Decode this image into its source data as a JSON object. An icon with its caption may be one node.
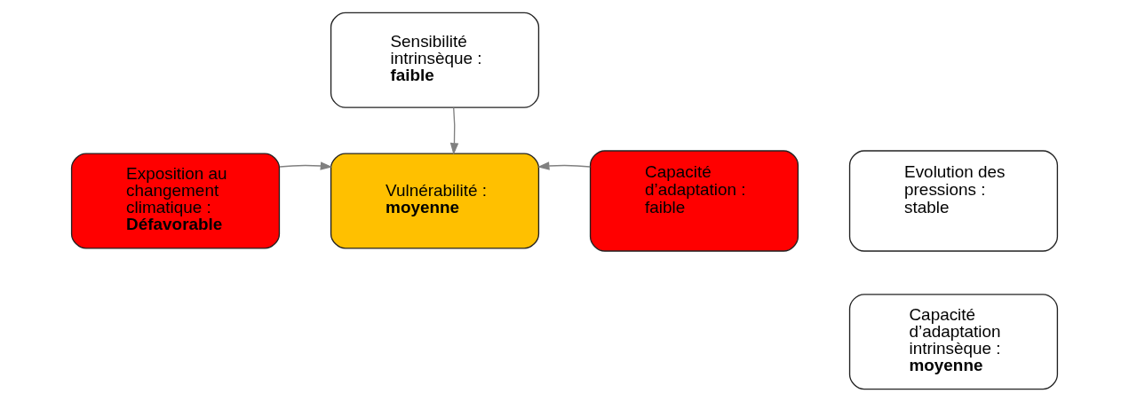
{
  "diagram": {
    "nodes": [
      {
        "text": [
          "Sensibilité intrinsèque : **faible**"
        ]
      },
      {
        "text": [
          "Exposition au changement climatique : **Défavorable**"
        ]
      },
      {
        "text": [
          "Vulnérabilité : **moyenne**"
        ]
      },
      {
        "text": [
          "Capacité d’adaptation : faible"
        ]
      },
      {
        "text": [
          "Evolution des pressions : stable"
        ]
      },
      {
        "text": [
          "Capacité d’adaptation intrinsèque : **moyenne**"
        ]
      }
    ],
    "edges": [
      {
        "from": 1,
        "to": 2,
        "arrow": "to"
      },
      {
        "from": 0,
        "to": 2,
        "arrow": "to"
      },
      {
        "from": 3,
        "to": 2,
        "arrow": "to"
      }
    ]
  }
}
